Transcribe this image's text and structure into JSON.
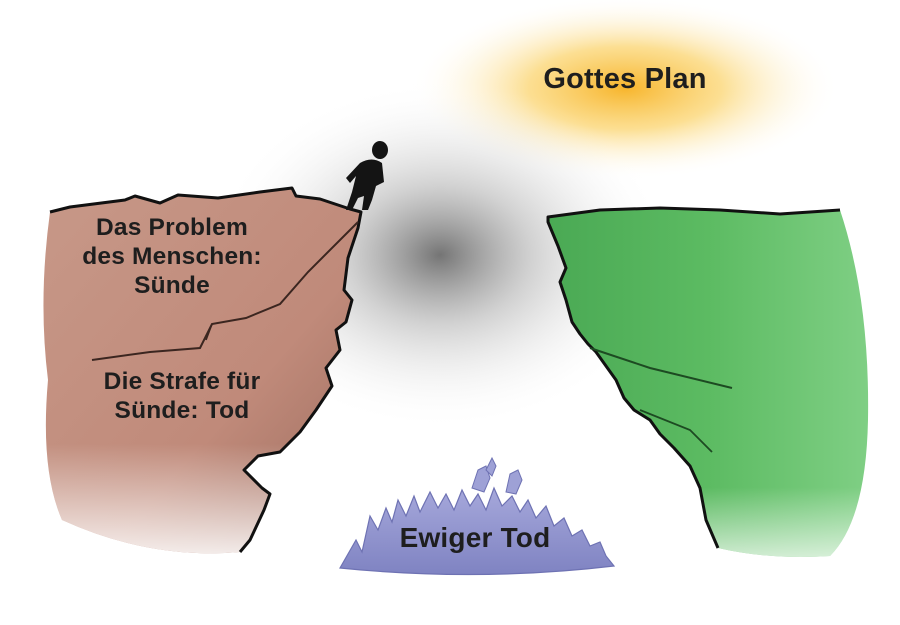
{
  "labels": {
    "gods_plan": "Gottes Plan",
    "human_problem": [
      "Das Problem",
      "des Menschen:",
      "Sünde"
    ],
    "penalty": [
      "Die Strafe für",
      "Sünde: Tod"
    ],
    "eternal_death": "Ewiger Tod"
  },
  "colors": {
    "glow": "#f7b52c",
    "left_cliff": "#c48f7f",
    "right_cliff": "#58b95f",
    "abyss_flames": "#8d90cc",
    "void": "#5c5c5c",
    "outline": "#111111"
  }
}
